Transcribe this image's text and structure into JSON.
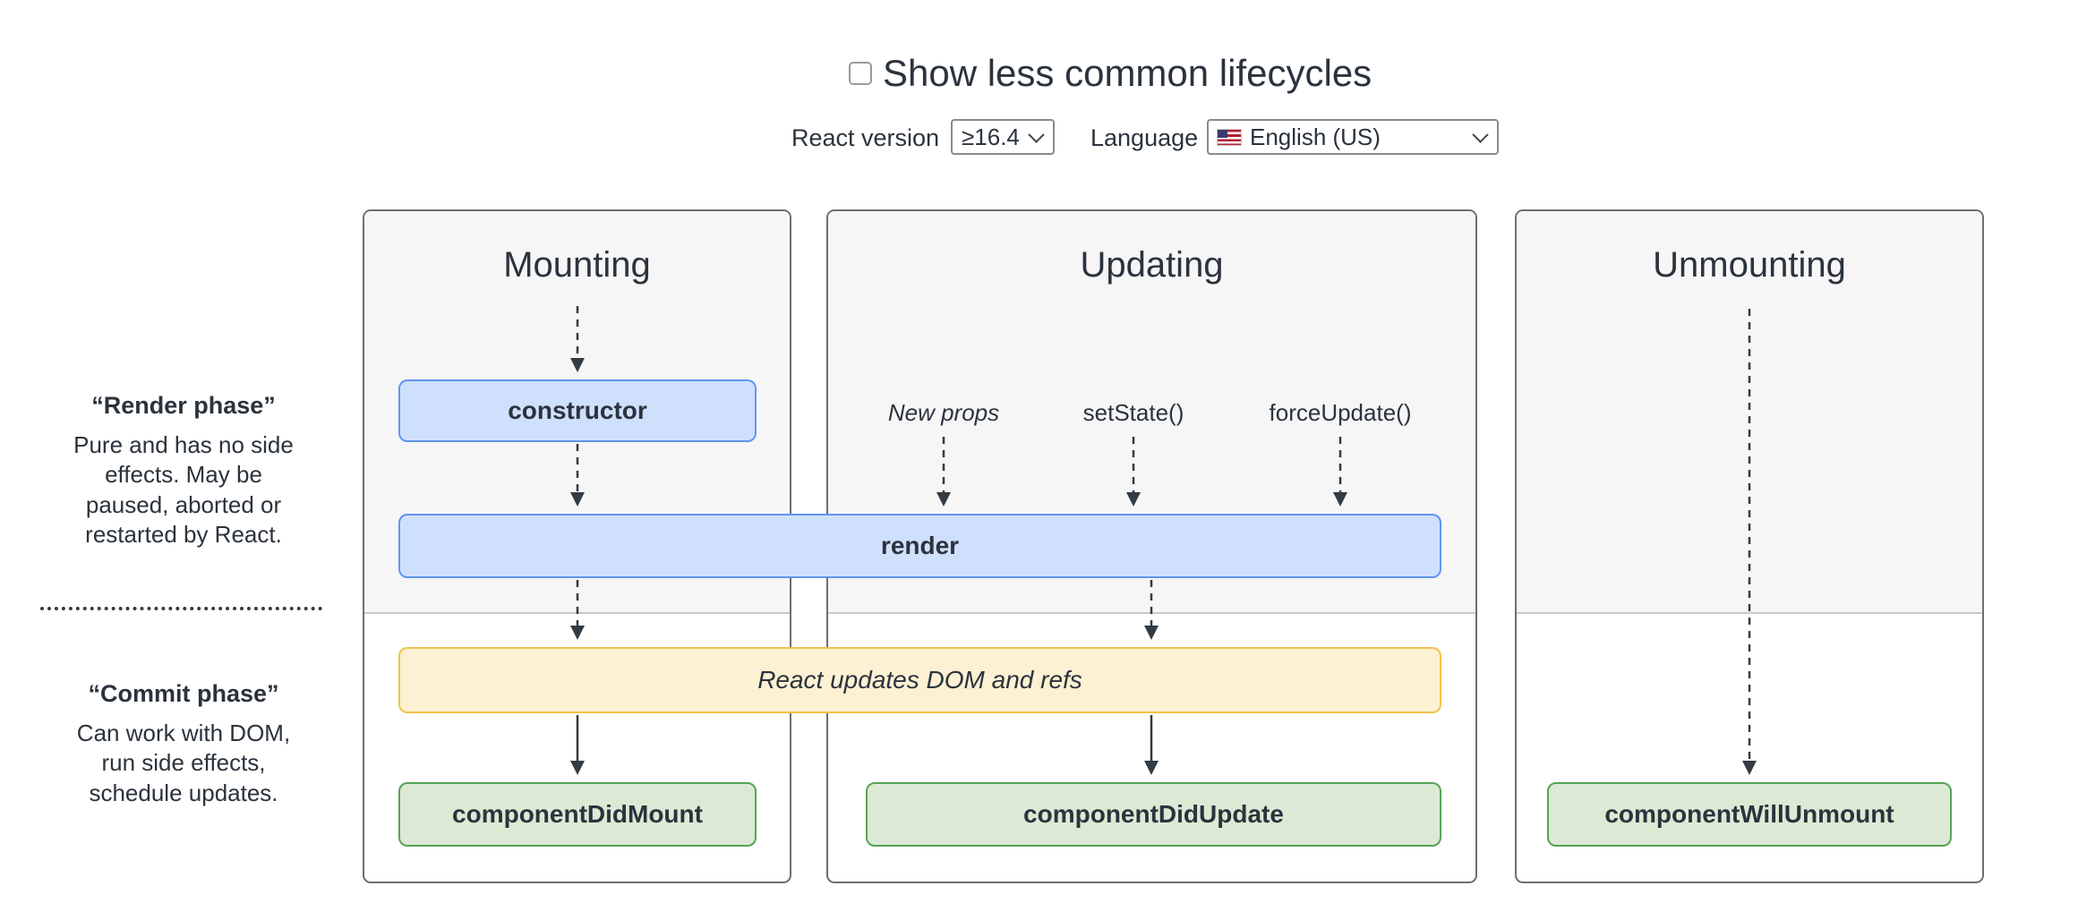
{
  "header": {
    "toggle_label": "Show less common lifecycles",
    "react_version_label": "React version",
    "react_version_value": "≥16.4",
    "language_label": "Language",
    "language_value": "English (US)"
  },
  "phases": {
    "render": {
      "title": "“Render phase”",
      "description": "Pure and has no side\neffects. May be\npaused, aborted or\nrestarted by React."
    },
    "commit": {
      "title": "“Commit phase”",
      "description": "Can work with DOM,\nrun side effects,\nschedule updates."
    }
  },
  "columns": [
    {
      "title": "Mounting"
    },
    {
      "title": "Updating",
      "triggers": [
        "New props",
        "setState()",
        "forceUpdate()"
      ]
    },
    {
      "title": "Unmounting"
    }
  ],
  "boxes": {
    "constructor": "constructor",
    "render": "render",
    "dom_update": "React updates DOM and refs",
    "did_mount": "componentDidMount",
    "did_update": "componentDidUpdate",
    "will_unmount": "componentWillUnmount"
  },
  "colors": {
    "text": "#2b333d",
    "panel_background": "#f6f6f6",
    "panel_border": "#6e6e6e",
    "render_box_fill": "#cfe0fc",
    "render_box_border": "#6096f0",
    "commit_effect_fill": "#fdf1d3",
    "commit_effect_border": "#f2c24d",
    "lifecycle_fill": "#dcead5",
    "lifecycle_border": "#57a457",
    "arrow": "#333b43"
  }
}
